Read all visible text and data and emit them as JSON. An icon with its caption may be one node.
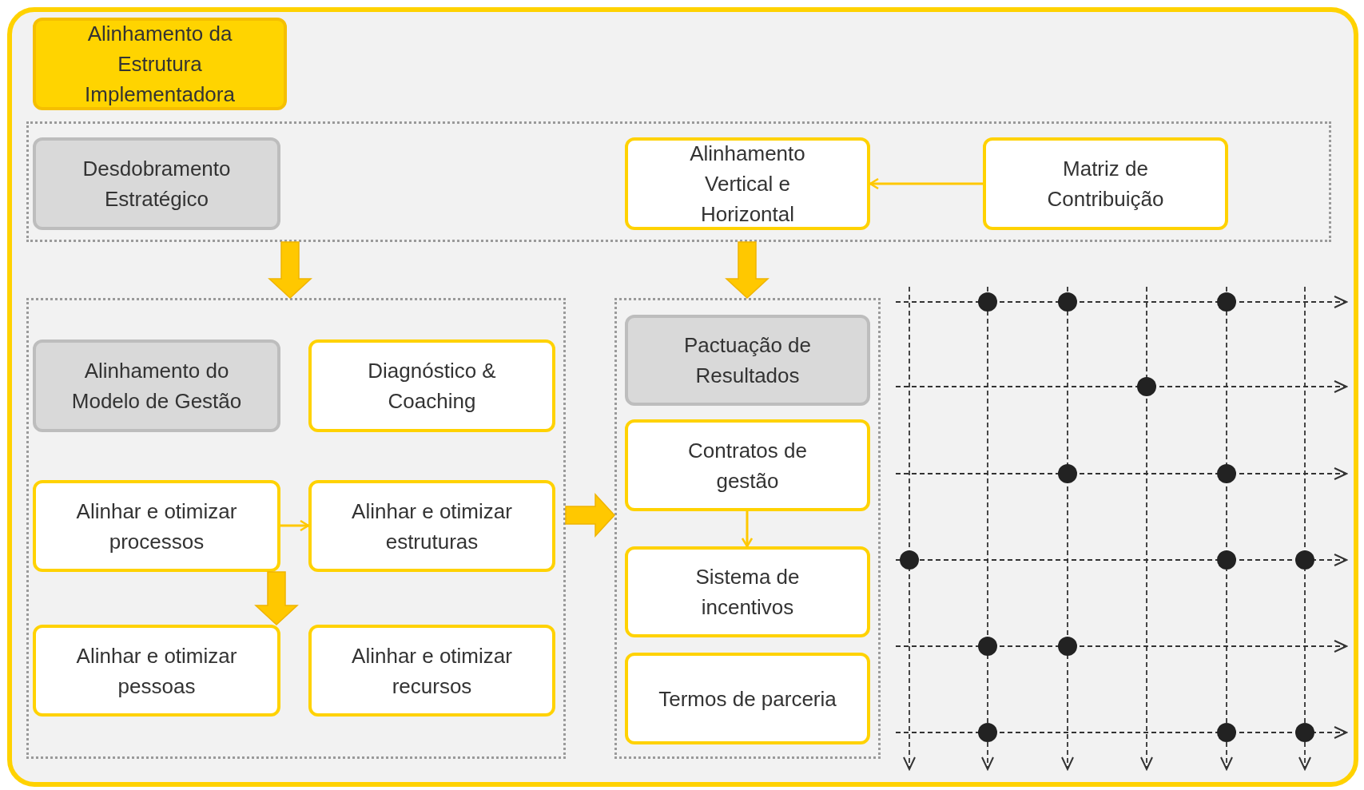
{
  "diagram": {
    "nodes": [
      {
        "text": [
          "Alinhamento da Estrutura Implementadora"
        ]
      },
      {
        "text": [],
        "shape": "box"
      },
      {
        "text": [
          "Desdobramento Estratégico"
        ],
        "in": 1
      },
      {
        "text": [
          "Alinhamento Vertical e Horizontal"
        ],
        "in": 1
      },
      {
        "text": [
          "Matriz de Contribuição"
        ],
        "in": 1
      },
      {
        "text": [],
        "shape": "box"
      },
      {
        "text": [
          "Alinhamento do Modelo de Gestão"
        ],
        "in": 5
      },
      {
        "text": [
          "Diagnóstico & Coaching"
        ],
        "in": 5
      },
      {
        "text": [
          "Alinhar e otimizar processos"
        ],
        "in": 5
      },
      {
        "text": [
          "Alinhar e otimizar estruturas"
        ],
        "in": 5
      },
      {
        "text": [
          "Alinhar e otimizar pessoas"
        ],
        "in": 5
      },
      {
        "text": [
          "Alinhar e otimizar recursos"
        ],
        "in": 5
      },
      {
        "text": [],
        "shape": "box"
      },
      {
        "text": [
          "Pactuação de Resultados"
        ],
        "in": 12
      },
      {
        "text": [
          "Contratos de gestão"
        ],
        "in": 12
      },
      {
        "text": [
          "Sistema de incentivos"
        ],
        "in": 12
      },
      {
        "text": [
          "Termos de parceria"
        ],
        "in": 12
      }
    ],
    "edges": [
      {
        "from": 4,
        "to": 3,
        "arrow": "to"
      },
      {
        "from": 1,
        "to": 5,
        "arrow": "to",
        "style": "thick"
      },
      {
        "from": 1,
        "to": 12,
        "arrow": "to",
        "style": "thick"
      },
      {
        "from": 8,
        "to": 9,
        "arrow": "to"
      },
      {
        "from": 5,
        "to": 12,
        "arrow": "to",
        "style": "thick"
      },
      {
        "from": 8,
        "to": 10,
        "arrow": "to",
        "style": "thick"
      },
      {
        "from": 14,
        "to": 15,
        "arrow": "to"
      }
    ]
  }
}
